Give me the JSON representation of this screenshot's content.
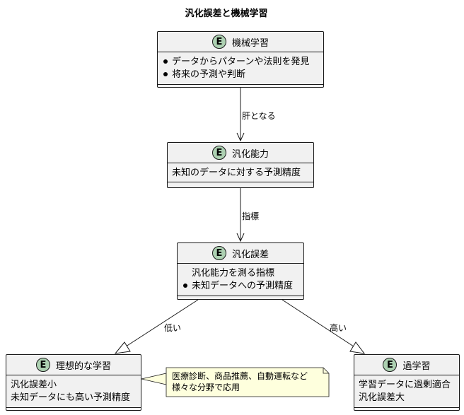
{
  "title": "汎化誤差と機械学習",
  "entities": {
    "ml": {
      "icon": "E",
      "name": "機械学習",
      "rows": [
        {
          "bullet": true,
          "text": "データからパターンや法則を発見"
        },
        {
          "bullet": true,
          "text": "将来の予測や判断"
        }
      ]
    },
    "gen_ability": {
      "icon": "E",
      "name": "汎化能力",
      "rows": [
        {
          "bullet": false,
          "text": "未知のデータに対する予測精度"
        }
      ]
    },
    "gen_error": {
      "icon": "E",
      "name": "汎化誤差",
      "rows": [
        {
          "bullet": false,
          "text": "汎化能力を測る指標"
        },
        {
          "bullet": true,
          "text": "未知データへの予測精度"
        }
      ]
    },
    "ideal": {
      "icon": "E",
      "name": "理想的な学習",
      "rows": [
        {
          "bullet": false,
          "text": "汎化誤差小"
        },
        {
          "bullet": false,
          "text": "未知データにも高い予測精度"
        }
      ]
    },
    "overfit": {
      "icon": "E",
      "name": "過学習",
      "rows": [
        {
          "bullet": false,
          "text": "学習データに過剰適合"
        },
        {
          "bullet": false,
          "text": "汎化誤差大"
        }
      ]
    }
  },
  "edges": {
    "ml_to_gen_ability": "肝となる",
    "gen_ability_to_gen_error": "指標",
    "gen_error_to_ideal": "低い",
    "gen_error_to_overfit": "高い"
  },
  "note": {
    "line1": "医療診断、商品推薦、自動運転など",
    "line2": "様々な分野で応用"
  },
  "colors": {
    "entity_fill": "#f1f1f1",
    "entity_border": "#181818",
    "icon_fill": "#add1b2",
    "note_fill": "#feffdd"
  }
}
